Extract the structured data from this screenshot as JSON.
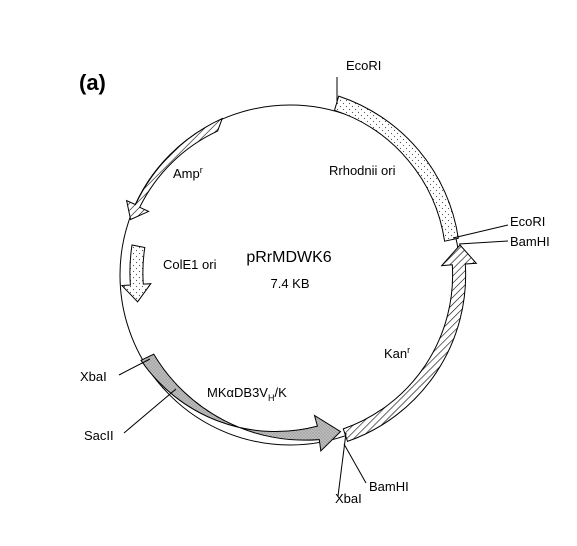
{
  "panel_label": "(a)",
  "plasmid": {
    "name": "pRrMDWK6",
    "size": "7.4 KB"
  },
  "features": {
    "rhodnii_ori": "Rrhodnii ori",
    "kan": "Kan",
    "kan_sup": "r",
    "amp": "Amp",
    "amp_sup": "r",
    "cole1": "ColE1 ori",
    "mk_a": "MK",
    "mk_alpha": "α",
    "mk_b": "DB3V",
    "mk_sub": "H",
    "mk_c": "/K"
  },
  "sites": {
    "ecori_top": "EcoRI",
    "ecori_right": "EcoRI",
    "bamhi_right": "BamHI",
    "xbai_left": "XbaI",
    "sacii": "SacII",
    "xbai_bottom": "XbaI",
    "bamhi_bottom": "BamHI"
  }
}
